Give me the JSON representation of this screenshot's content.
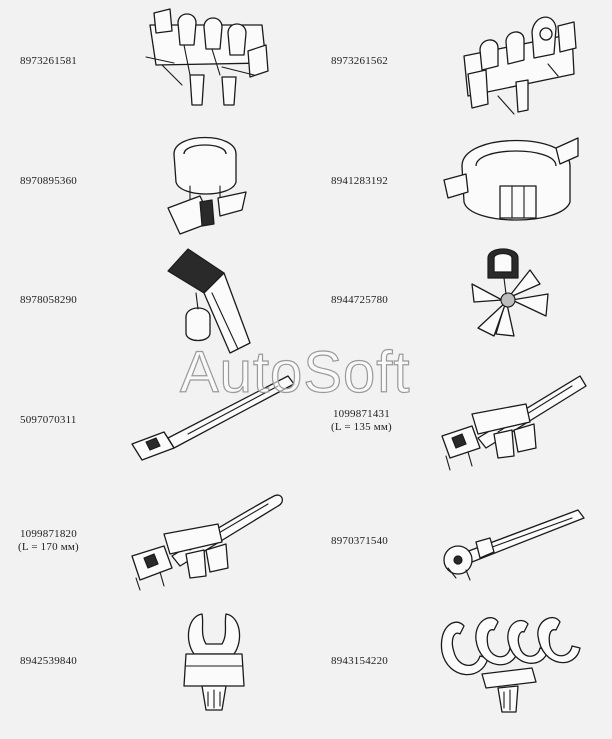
{
  "parts": [
    {
      "id": "p1",
      "number": "8973261581",
      "note": "",
      "icon": "multi-clip-holder-icon"
    },
    {
      "id": "p2",
      "number": "8973261562",
      "note": "",
      "icon": "multi-clip-holder-icon"
    },
    {
      "id": "p3",
      "number": "8970895360",
      "note": "",
      "icon": "ring-clamp-icon"
    },
    {
      "id": "p4",
      "number": "8941283192",
      "note": "",
      "icon": "open-ring-clamp-icon"
    },
    {
      "id": "p5",
      "number": "8978058290",
      "note": "",
      "icon": "edge-clip-icon"
    },
    {
      "id": "p6",
      "number": "8944725780",
      "note": "",
      "icon": "flower-clip-icon"
    },
    {
      "id": "p7",
      "number": "5097070311",
      "note": "",
      "icon": "cable-tie-icon"
    },
    {
      "id": "p8",
      "number": "1099871431",
      "note": "(L = 135 мм)",
      "icon": "cable-tie-with-mount-icon"
    },
    {
      "id": "p9",
      "number": "1099871820",
      "note": "(L = 170 мм)",
      "icon": "cable-tie-with-mount-icon"
    },
    {
      "id": "p10",
      "number": "8970371540",
      "note": "",
      "icon": "cable-tie-with-push-mount-icon"
    },
    {
      "id": "p11",
      "number": "8942539840",
      "note": "",
      "icon": "push-clip-icon"
    },
    {
      "id": "p12",
      "number": "8943154220",
      "note": "",
      "icon": "multi-hook-holder-icon"
    }
  ],
  "watermark": "AutoSoft",
  "colors": {
    "background": "#f2f2f2",
    "ink": "#1b1b1b",
    "watermark_outline": "#9a9a9a"
  }
}
